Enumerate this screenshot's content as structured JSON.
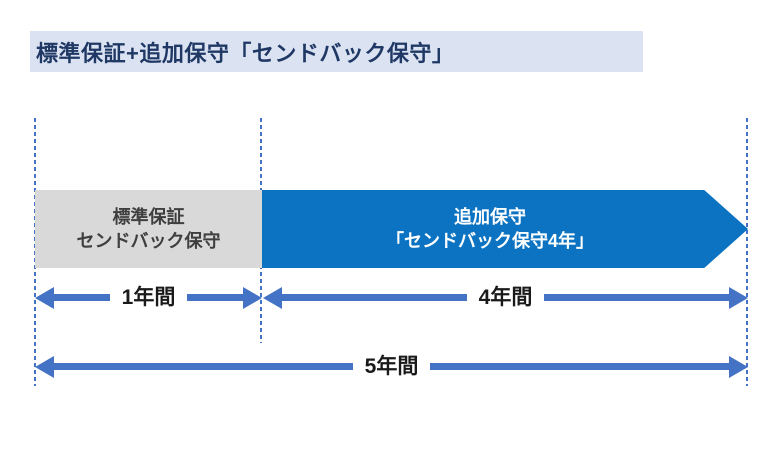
{
  "title": "標準保証+追加保守「センドバック保守」",
  "timeline": {
    "standard_box": {
      "line1": "標準保証",
      "line2": "センドバック保守"
    },
    "additional_arrow": {
      "line1": "追加保守",
      "line2": "「センドバック保守4年」"
    },
    "spans": [
      {
        "label": "1年間"
      },
      {
        "label": "4年間"
      },
      {
        "label": "5年間"
      }
    ]
  },
  "colors": {
    "title_bg": "#dbe3f3",
    "title_text": "#1f3864",
    "standard_box_bg": "#d9d9d9",
    "standard_box_text": "#3f3f3f",
    "additional_arrow_fill": "#0c73c2",
    "additional_arrow_text": "#ffffff",
    "measure_arrow": "#4472c4",
    "guide_line": "#4472c4",
    "label_text": "#1a1a1a"
  }
}
